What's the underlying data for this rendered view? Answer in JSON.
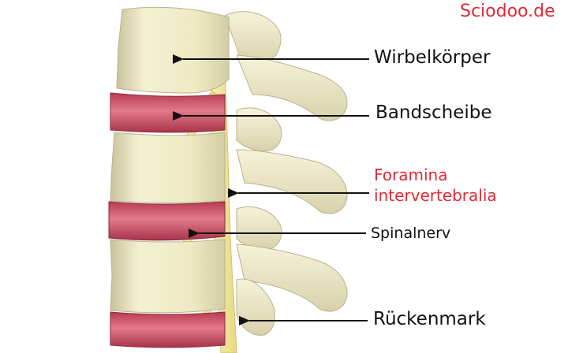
{
  "watermark": "Sciodoo.de",
  "labels": {
    "wirbelkoerper": "Wirbelkörper",
    "bandscheibe": "Bandscheibe",
    "foramina_line1": "Foramina",
    "foramina_line2": "intervertebralia",
    "spinalnerv": "Spinalnerv",
    "rueckenmark": "Rückenmark"
  },
  "colors": {
    "bone": "#eeeac4",
    "bone_shadow": "#c9c39c",
    "disc": "#d9536a",
    "disc_dark": "#a8334a",
    "nerve": "#f0e79a",
    "label_red": "#e02a36",
    "arrow": "#111111"
  }
}
